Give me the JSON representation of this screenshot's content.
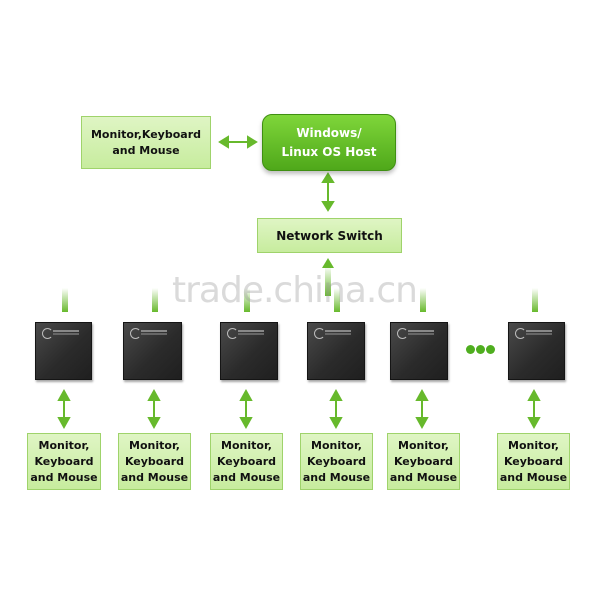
{
  "watermark": "trade.china.cn",
  "colors": {
    "host_green": "#5cb822",
    "box_green": "#d2f0ae",
    "arrow_green": "#67b92c",
    "device_dark": "#2b2b2b"
  },
  "nodes": {
    "main_console": "Monitor,Keyboard\nand Mouse",
    "host": "Windows/\nLinux OS Host",
    "network_switch": "Network Switch"
  },
  "clients": [
    {
      "label": "Monitor,\nKeyboard\nand Mouse"
    },
    {
      "label": "Monitor,\nKeyboard\nand Mouse"
    },
    {
      "label": "Monitor,\nKeyboard\nand Mouse"
    },
    {
      "label": "Monitor,\nKeyboard\nand Mouse"
    },
    {
      "label": "Monitor,\nKeyboard\nand Mouse"
    },
    {
      "label": "Monitor,\nKeyboard\nand Mouse"
    }
  ],
  "icons": {
    "ellipsis": "more-devices-ellipsis-icon"
  }
}
